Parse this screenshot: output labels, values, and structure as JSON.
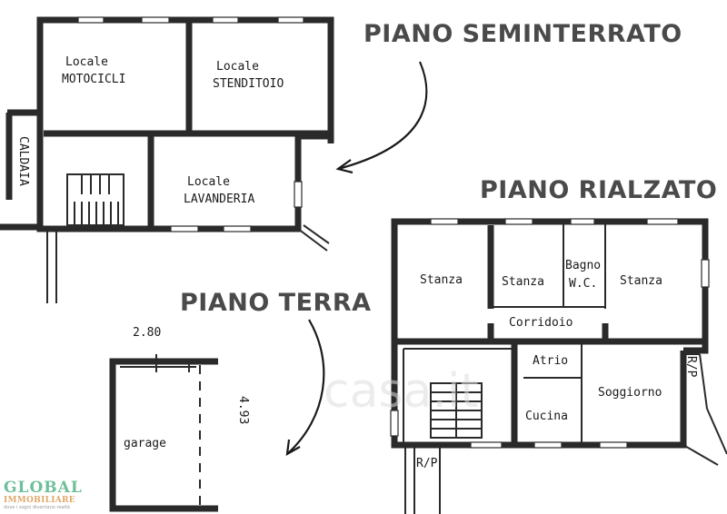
{
  "headings": {
    "seminterrato": "PIANO SEMINTERRATO",
    "rialzato": "PIANO RIALZATO",
    "terra": "PIANO TERRA"
  },
  "rooms": {
    "locale_motocicli_1": "Locale",
    "locale_motocicli_2": "MOTOCICLI",
    "locale_stenditoio_1": "Locale",
    "locale_stenditoio_2": "STENDITOIO",
    "caldaia": "CALDAIA",
    "locale_lavanderia_1": "Locale",
    "locale_lavanderia_2": "LAVANDERIA",
    "stanza_1": "Stanza",
    "stanza_2": "Stanza",
    "bagno_1": "Bagno",
    "bagno_2": "W.C.",
    "stanza_3": "Stanza",
    "corridoio": "Corridoio",
    "atrio": "Atrio",
    "soggiorno": "Soggiorno",
    "cucina": "Cucina",
    "rp_1": "R/P",
    "rp_2": "R/P",
    "garage": "garage"
  },
  "dimensions": {
    "garage_width": "2.80",
    "garage_depth": "4.93"
  },
  "watermark": "casa.it",
  "logo": {
    "name": "GLOBAL",
    "subtitle": "IMMOBILIARE",
    "tagline": "dove i sogni diventano realtà"
  }
}
